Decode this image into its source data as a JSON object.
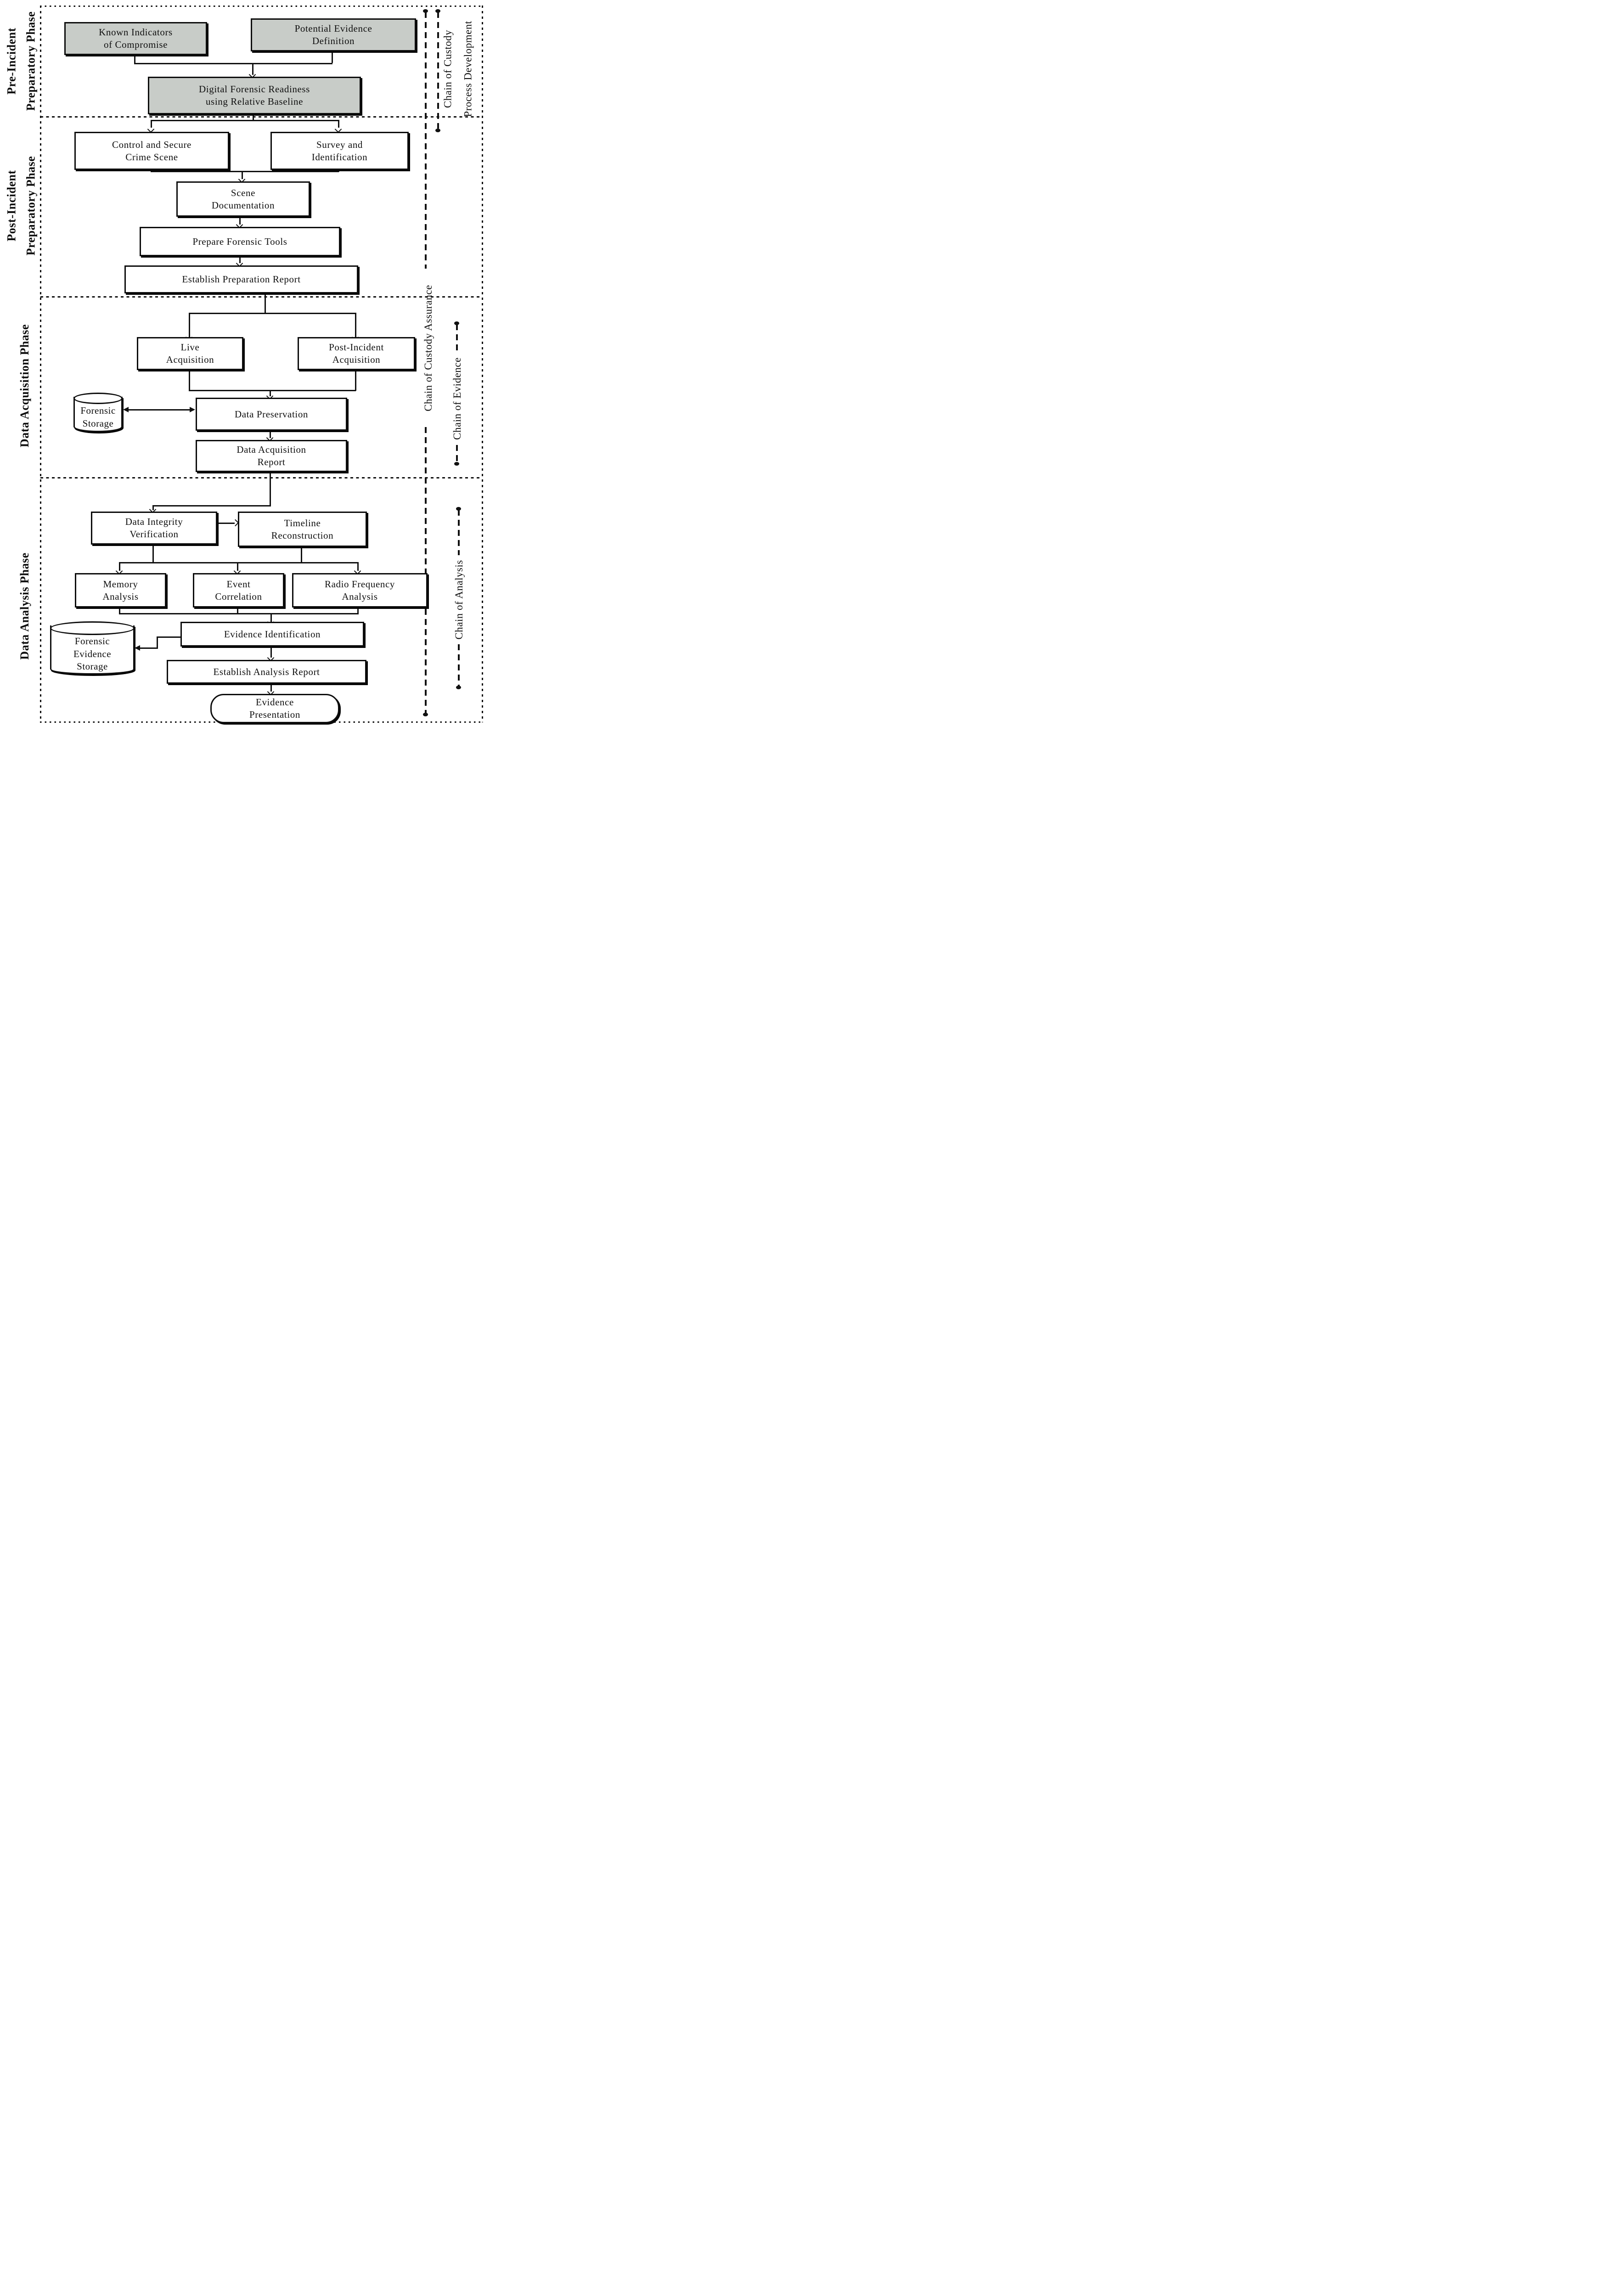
{
  "diagram": {
    "type": "flowchart",
    "phases": [
      {
        "id": "pre-incident",
        "lines": [
          "Pre-Incident",
          "Preparatory Phase"
        ]
      },
      {
        "id": "post-incident",
        "lines": [
          "Post-Incident",
          "Preparatory Phase"
        ]
      },
      {
        "id": "data-acquisition",
        "lines": [
          "Data Acquisition Phase"
        ]
      },
      {
        "id": "data-analysis",
        "lines": [
          "Data Analysis Phase"
        ]
      }
    ],
    "nodes": {
      "known_indicators": {
        "lines": [
          "Known Indicators",
          "of Compromise"
        ]
      },
      "potential_evidence": {
        "lines": [
          "Potential Evidence",
          "Definition"
        ]
      },
      "dfr_baseline": {
        "lines": [
          "Digital Forensic Readiness",
          "using Relative Baseline"
        ]
      },
      "control_secure": {
        "lines": [
          "Control and Secure",
          "Crime Scene"
        ]
      },
      "survey_identification": {
        "lines": [
          "Survey and",
          "Identification"
        ]
      },
      "scene_documentation": {
        "lines": [
          "Scene",
          "Documentation"
        ]
      },
      "prepare_tools": {
        "lines": [
          "Prepare Forensic Tools"
        ]
      },
      "preparation_report": {
        "lines": [
          "Establish Preparation Report"
        ]
      },
      "live_acquisition": {
        "lines": [
          "Live",
          "Acquisition"
        ]
      },
      "post_incident_acquisition": {
        "lines": [
          "Post-Incident",
          "Acquisition"
        ]
      },
      "forensic_storage": {
        "lines": [
          "Forensic",
          "Storage"
        ]
      },
      "data_preservation": {
        "lines": [
          "Data Preservation"
        ]
      },
      "data_acquisition_report": {
        "lines": [
          "Data Acquisition",
          "Report"
        ]
      },
      "data_integrity": {
        "lines": [
          "Data Integrity",
          "Verification"
        ]
      },
      "timeline_reconstruction": {
        "lines": [
          "Timeline",
          "Reconstruction"
        ]
      },
      "memory_analysis": {
        "lines": [
          "Memory",
          "Analysis"
        ]
      },
      "event_correlation": {
        "lines": [
          "Event",
          "Correlation"
        ]
      },
      "rf_analysis": {
        "lines": [
          "Radio Frequency",
          "Analysis"
        ]
      },
      "evidence_identification": {
        "lines": [
          "Evidence Identification"
        ]
      },
      "forensic_evidence_storage": {
        "lines": [
          "Forensic",
          "Evidence",
          "Storage"
        ]
      },
      "analysis_report": {
        "lines": [
          "Establish Analysis Report"
        ]
      },
      "evidence_presentation": {
        "lines": [
          "Evidence",
          "Presentation"
        ]
      }
    },
    "annotations": {
      "custody_development_lines": [
        "Chain of Custody",
        "Process Development"
      ],
      "custody_assurance": "Chain of Custody Assurance",
      "chain_evidence": "Chain of Evidence",
      "chain_analysis": "Chain of Analysis"
    },
    "colors": {
      "highlight_fill": "#c8ccc8",
      "node_fill": "#ffffff",
      "stroke": "#111111"
    }
  }
}
